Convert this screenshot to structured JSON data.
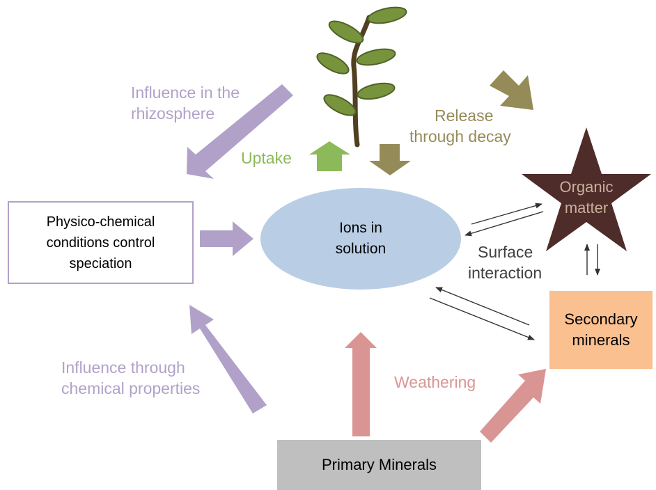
{
  "colors": {
    "purple": "#b1a1c9",
    "green": "#8cba5a",
    "olive": "#958b58",
    "pink": "#d99594",
    "ellipse": "#b9cde5",
    "star": "#4d2c2a",
    "secondary": "#fac090",
    "primary": "#bfbfbf",
    "stem": "#504020",
    "leaf": "#77933c"
  },
  "labels": {
    "rhizosphere": [
      "Influence in the",
      "rhizosphere"
    ],
    "uptake": "Uptake",
    "release": [
      "Release",
      "through decay"
    ],
    "surface": [
      "Surface",
      "interaction"
    ],
    "weathering": "Weathering",
    "chemical": [
      "Influence through",
      "chemical properties"
    ]
  },
  "nodes": {
    "physico": [
      "Physico-chemical",
      "conditions control",
      "speciation"
    ],
    "ions": [
      "Ions in",
      "solution"
    ],
    "organic": [
      "Organic",
      "matter"
    ],
    "secondary": [
      "Secondary",
      "minerals"
    ],
    "primary": "Primary Minerals"
  }
}
